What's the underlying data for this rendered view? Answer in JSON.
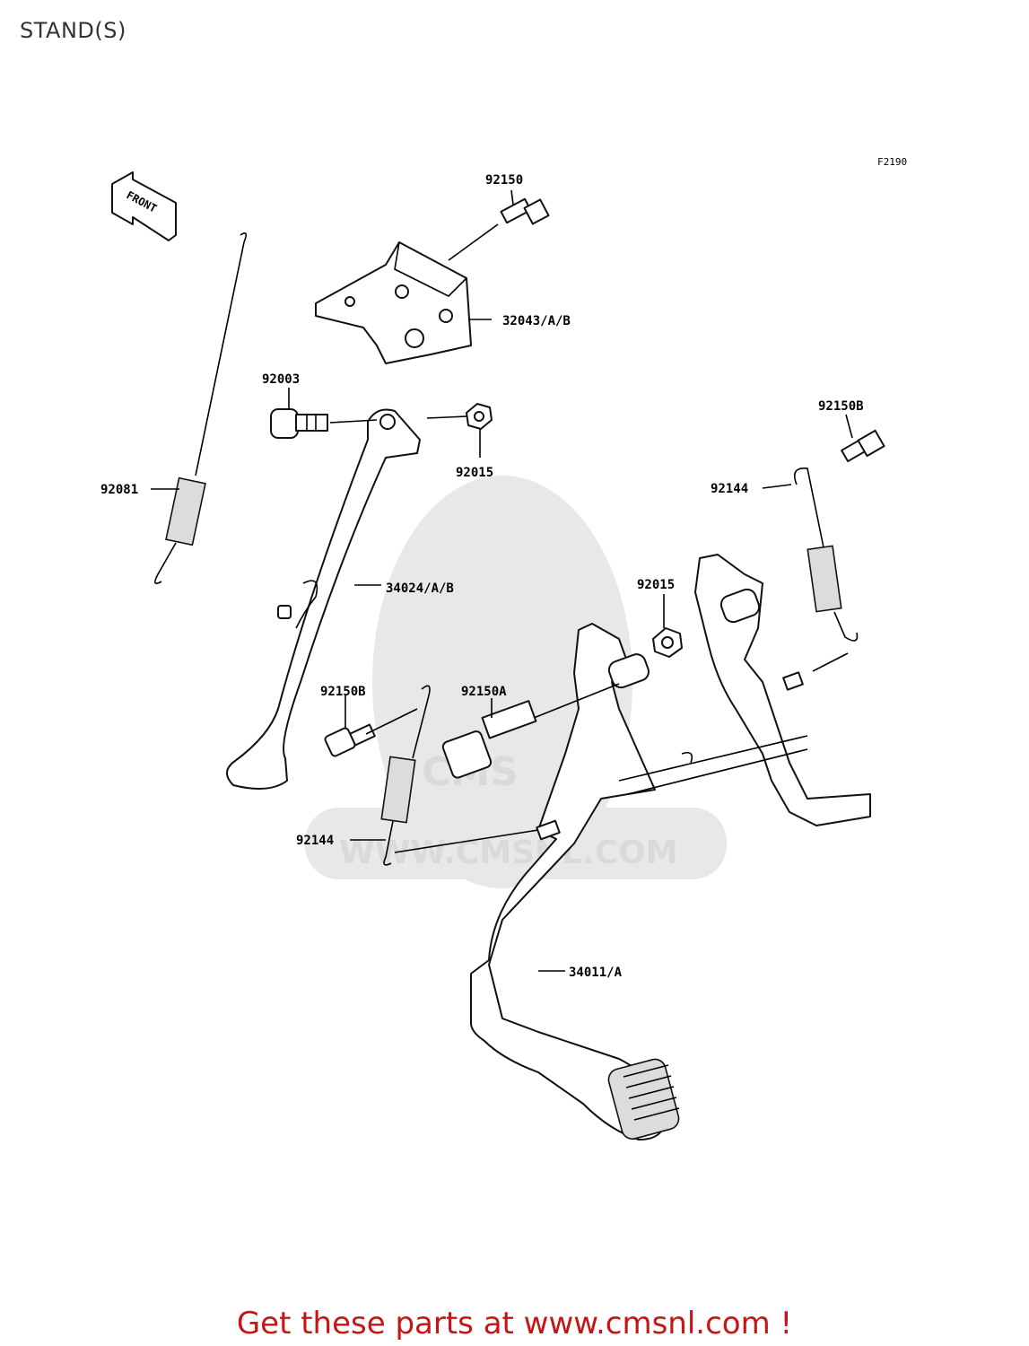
{
  "header": {
    "title": "STAND(S)"
  },
  "diagram": {
    "figure_code": "F2190",
    "front_arrow": "FRONT",
    "watermark": {
      "brand": "CMS",
      "url": "WWW.CMSNL.COM"
    },
    "callouts": {
      "c1": "92150",
      "c2": "32043/A/B",
      "c3": "92003",
      "c4": "92015",
      "c5": "92081",
      "c6": "34024/A/B",
      "c7": "92150B",
      "c8": "92144",
      "c9": "92015",
      "c10": "92150B",
      "c11": "92150A",
      "c12": "92144",
      "c13": "34011/A"
    }
  },
  "footer": {
    "cta": "Get these parts at www.cmsnl.com !"
  }
}
